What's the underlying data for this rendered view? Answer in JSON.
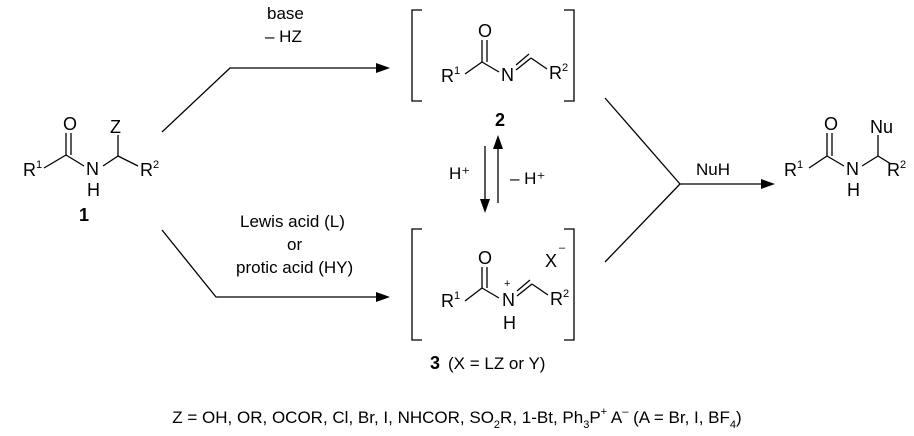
{
  "reagents": {
    "base_line1": "base",
    "base_line2": "– HZ",
    "h_plus": "H⁺",
    "minus_h_plus": "– H⁺",
    "lewis_line1": "Lewis acid (L)",
    "lewis_line2": "or",
    "lewis_line3": "protic acid (HY)",
    "nucleophile": "NuH"
  },
  "compounds": {
    "c1": {
      "label": "1",
      "Z": "Z",
      "O": "O",
      "N": "N",
      "H": "H",
      "R1": "R",
      "R1_sup": "1",
      "R2": "R",
      "R2_sup": "2"
    },
    "c2": {
      "label": "2",
      "O": "O",
      "N": "N",
      "R1": "R",
      "R1_sup": "1",
      "R2": "R",
      "R2_sup": "2"
    },
    "c3": {
      "label": "3",
      "label_note": "(X = LZ or Y)",
      "O": "O",
      "N": "N",
      "N_charge": "+",
      "H": "H",
      "X": "X",
      "X_charge": "–",
      "R1": "R",
      "R1_sup": "1",
      "R2": "R",
      "R2_sup": "2"
    },
    "product": {
      "Nu": "Nu",
      "O": "O",
      "N": "N",
      "H": "H",
      "R1": "R",
      "R1_sup": "1",
      "R2": "R",
      "R2_sup": "2"
    }
  },
  "footnote": {
    "prefix": "Z = OH, OR, OCOR, Cl, Br, I, NHCOR, SO",
    "sub1": "2",
    "mid": "R, 1-Bt, Ph",
    "sub2": "3",
    "mid2": "P",
    "sup1": "+",
    "mid3": " A",
    "sup2": "–",
    "mid4": " (A = Br, I, BF",
    "sub3": "4",
    "suffix": ")"
  }
}
